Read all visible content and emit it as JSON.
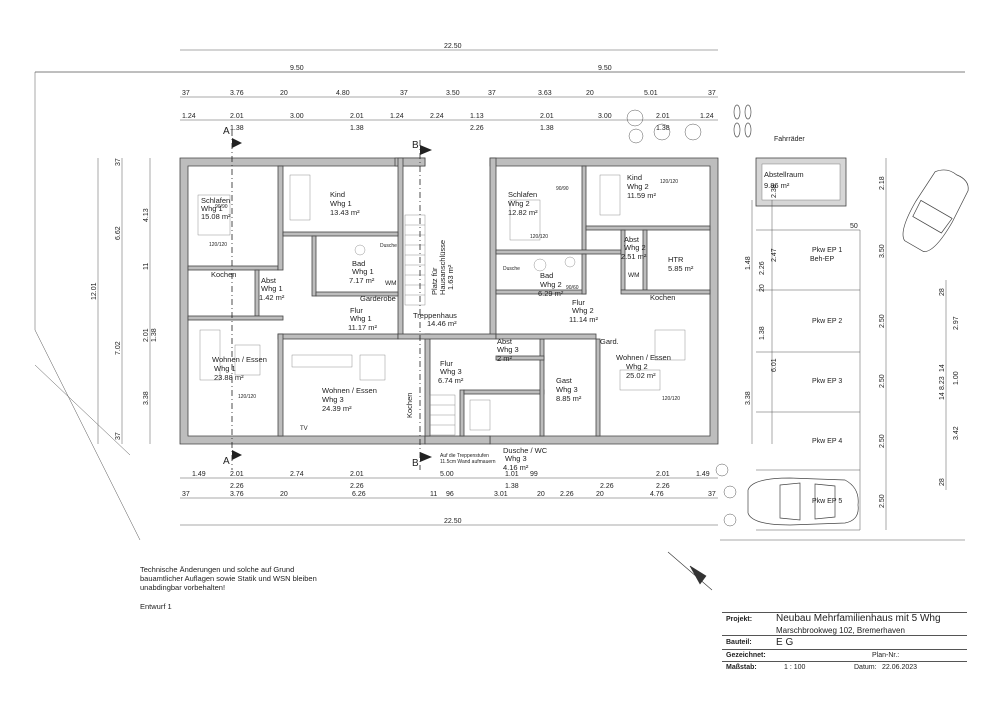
{
  "notes": {
    "line1": "Technische Änderungen und solche auf Grund",
    "line2": "bauamtlicher Auflagen sowie Statik und WSN bleiben",
    "line3": "unabdingbar vorbehalten!",
    "draft": "Entwurf 1"
  },
  "title_block": {
    "project_label": "Projekt:",
    "project_value": "Neubau Mehrfamilienhaus mit 5 Whg",
    "address": "Marschbrookweg 102, Bremerhaven",
    "part_label": "Bauteil:",
    "part_value": "E G",
    "drawn_label": "Gezeichnet:",
    "plan_label": "Plan-Nr.:",
    "scale_label": "Maßstab:",
    "scale_value": "1 : 100",
    "date_label": "Datum:",
    "date_value": "22.06.2023"
  },
  "rooms": {
    "schlafen1": {
      "name": "Schlafen",
      "unit": "Whg 1",
      "area": "15.08 m²"
    },
    "kind1": {
      "name": "Kind",
      "unit": "Whg 1",
      "area": "13.43 m²"
    },
    "bad1": {
      "name": "Bad",
      "unit": "Whg 1",
      "area": "7.17 m²"
    },
    "kochen1": {
      "name": "Kochen"
    },
    "abst1": {
      "name": "Abst",
      "unit": "Whg 1",
      "area": "1.42 m²"
    },
    "flur1": {
      "name": "Flur",
      "unit": "Whg 1",
      "area": "11.17 m²"
    },
    "garderobe": {
      "name": "Garderobe"
    },
    "wohnen1": {
      "name": "Wohnen / Essen",
      "unit": "Whg 1",
      "area": "23.88 m²"
    },
    "wohnen3": {
      "name": "Wohnen / Essen",
      "unit": "Whg 3",
      "area": "24.39 m²"
    },
    "kochen3": {
      "name": "Kochen"
    },
    "treppenhaus": {
      "name": "Treppenhaus",
      "area": "14.46 m²"
    },
    "flur3": {
      "name": "Flur",
      "unit": "Whg 3",
      "area": "6.74 m²"
    },
    "abst3": {
      "name": "Abst",
      "unit": "Whg 3",
      "area": "2 m²"
    },
    "dusche3": {
      "name": "Dusche / WC",
      "unit": "Whg 3",
      "area": "4.16 m²"
    },
    "gast3": {
      "name": "Gast",
      "unit": "Whg 3",
      "area": "8.85 m²"
    },
    "schlafen2": {
      "name": "Schlafen",
      "unit": "Whg 2",
      "area": "12.82 m²"
    },
    "kind2": {
      "name": "Kind",
      "unit": "Whg 2",
      "area": "11.59 m²"
    },
    "bad2": {
      "name": "Bad",
      "unit": "Whg 2",
      "area": "6.29 m²"
    },
    "abst2": {
      "name": "Abst",
      "unit": "Whg 2",
      "area": "2.51 m²"
    },
    "htr": {
      "name": "HTR",
      "area": "5.85 m²"
    },
    "flur2": {
      "name": "Flur",
      "unit": "Whg 2",
      "area": "11.14 m²"
    },
    "kochen2": {
      "name": "Kochen"
    },
    "gard2": {
      "name": "Gard."
    },
    "wohnen2": {
      "name": "Wohnen / Essen",
      "unit": "Whg 2",
      "area": "25.02 m²"
    },
    "abstellraum": {
      "name": "Abstellraum",
      "area": "9.86 m²"
    },
    "platz": {
      "name": "Platz für",
      "name2": "Hausanschlüsse",
      "area": "1.63 m²"
    }
  },
  "site": {
    "fahrraeder": "Fahrräder",
    "pkw1": "Pkw EP 1",
    "pkw1b": "Beh-EP",
    "pkw2": "Pkw EP 2",
    "pkw3": "Pkw EP 3",
    "pkw4": "Pkw EP 4",
    "pkw5": "Pkw EP 5",
    "stair_note1": "Auf die Treppenstufen",
    "stair_note2": "11.5cm Wand aufmauern"
  },
  "section_marks": {
    "a": "A",
    "b": "B"
  },
  "small_labels": {
    "wm": "WM",
    "tv": "TV",
    "dusche": "Dusche",
    "window_1": "90/90",
    "window_2": "120/120",
    "window_3": "90/60"
  },
  "dims_top": {
    "total": "22.50",
    "half_left": "9.50",
    "half_right": "9.50",
    "row1": [
      "37",
      "3.76",
      "20",
      "4.80",
      "37",
      "3.50",
      "37",
      "3.63",
      "20",
      "5.01",
      "37"
    ],
    "row2": [
      "1.24",
      "2.01",
      "3.00",
      "2.01",
      "1.24",
      "2.24",
      "1.13",
      "2.01",
      "3.00",
      "2.01",
      "1.24"
    ],
    "row2_sub": [
      "1.38",
      "1.38",
      "2.26",
      "1.38",
      "1.38"
    ]
  },
  "dims_bottom": {
    "row1": [
      "1.49",
      "2.01",
      "2.74",
      "2.01",
      "5.00",
      "1.01",
      "99",
      "2.01",
      "1.49"
    ],
    "row1_sub": [
      "2.26",
      "2.26",
      "1.38",
      "2.26",
      "2.26"
    ],
    "row2": [
      "37",
      "3.76",
      "20",
      "6.26",
      "11",
      "96",
      "3.01",
      "20",
      "2.26",
      "20",
      "4.76",
      "37"
    ],
    "total": "22.50"
  },
  "dims_left": [
    "12.01",
    "6.62",
    "4.13",
    "11",
    "7.02",
    "2.01",
    "1.38",
    "3.38",
    "37",
    "37"
  ],
  "dims_right": [
    "3.50",
    "2.50",
    "2.50",
    "2.50",
    "2.50",
    "8.23",
    "2.97",
    "3.42",
    "1.00",
    "28",
    "14",
    "14",
    "28",
    "2.18",
    "2.38",
    "2.47",
    "2.26",
    "1.48",
    "1.38",
    "6.01",
    "3.38",
    "50",
    "20"
  ]
}
